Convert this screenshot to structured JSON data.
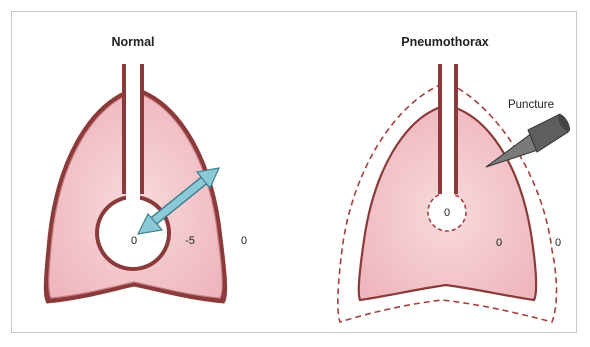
{
  "diagram": {
    "left_panel": {
      "title": "Normal",
      "alveolar_pressure": "0",
      "pleural_pressure": "-5",
      "atmospheric_pressure": "0"
    },
    "right_panel": {
      "title": "Pneumothorax",
      "alveolar_pressure": "0",
      "pleural_pressure": "0",
      "atmospheric_pressure": "0",
      "callout": "Puncture"
    }
  },
  "colors": {
    "lung_fill": "#f2c2c6",
    "lung_edge": "#c97e87",
    "chest_wall": "#8b3a3a",
    "arrow_fill": "#8cc9d6",
    "arrow_edge": "#3f7f8e",
    "needle": "#6a6a6a"
  },
  "icons": [
    "double-headed-arrow-icon",
    "needle-icon"
  ]
}
